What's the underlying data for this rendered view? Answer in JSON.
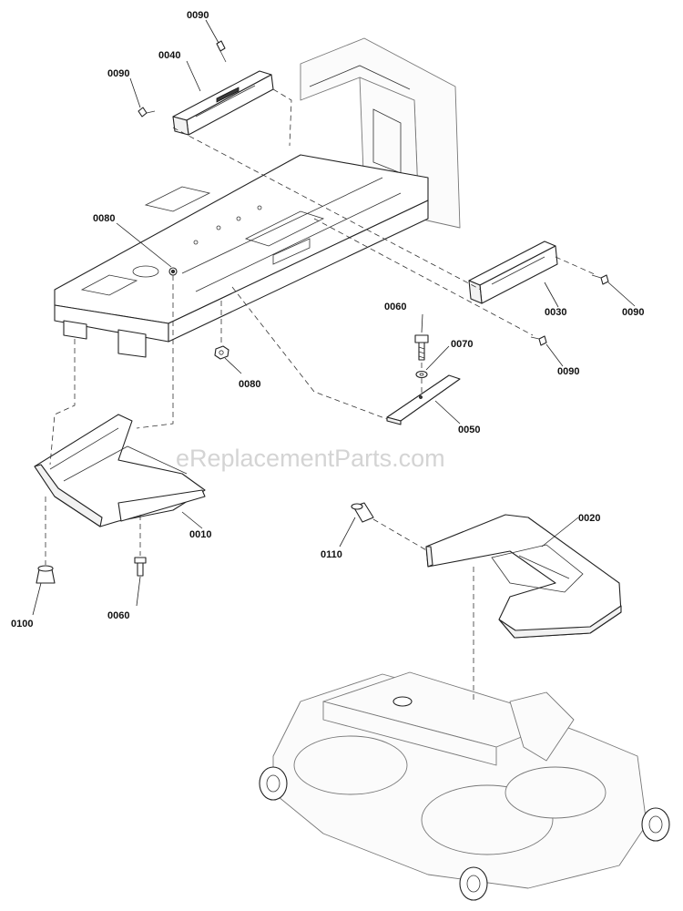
{
  "watermark": "eReplacementParts.com",
  "callouts": [
    {
      "id": "c0090a",
      "text": "0090"
    },
    {
      "id": "c0040",
      "text": "0040"
    },
    {
      "id": "c0090b",
      "text": "0090"
    },
    {
      "id": "c0080a",
      "text": "0080"
    },
    {
      "id": "c0030",
      "text": "0030"
    },
    {
      "id": "c0090c",
      "text": "0090"
    },
    {
      "id": "c0060a",
      "text": "0060"
    },
    {
      "id": "c0070",
      "text": "0070"
    },
    {
      "id": "c0090d",
      "text": "0090"
    },
    {
      "id": "c0080b",
      "text": "0080"
    },
    {
      "id": "c0050",
      "text": "0050"
    },
    {
      "id": "c0010",
      "text": "0010"
    },
    {
      "id": "c0020",
      "text": "0020"
    },
    {
      "id": "c0110",
      "text": "0110"
    },
    {
      "id": "c0100",
      "text": "0100"
    },
    {
      "id": "c0060b",
      "text": "0060"
    }
  ]
}
